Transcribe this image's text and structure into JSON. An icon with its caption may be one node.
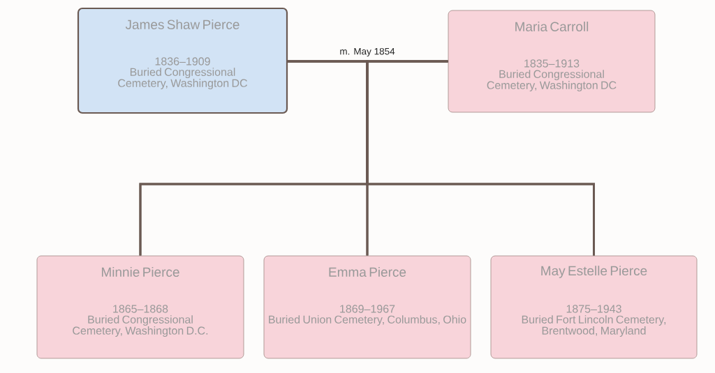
{
  "diagram": {
    "nodes": [
      {
        "text": [
          "James Shaw Pierce",
          "1836–1909",
          "Buried Congressional Cemetery, Washington DC"
        ]
      },
      {
        "text": [
          "Maria Carroll",
          "1835–1913",
          "Buried Congressional Cemetery, Washington DC"
        ]
      },
      {
        "text": [
          "Minnie Pierce",
          "1865–1868",
          "Buried Congressional Cemetery, Washington D.C."
        ]
      },
      {
        "text": [
          "Emma Pierce",
          "1869–1967",
          "Buried Union Cemetery, Columbus, Ohio"
        ]
      },
      {
        "text": [
          "May Estelle Pierce",
          "1875–1943",
          "Buried Fort Lincoln Cemetery, Brentwood, Maryland"
        ]
      }
    ],
    "edges": [
      {
        "from": 0,
        "to": 1,
        "arrow": "none",
        "label": "m. May 1854"
      },
      {
        "from": 0,
        "to": 2,
        "arrow": "none"
      },
      {
        "from": 0,
        "to": 3,
        "arrow": "none"
      },
      {
        "from": 0,
        "to": 4,
        "arrow": "none"
      },
      {
        "from": 1,
        "to": 2,
        "arrow": "none"
      },
      {
        "from": 1,
        "to": 3,
        "arrow": "none"
      },
      {
        "from": 1,
        "to": 4,
        "arrow": "none"
      }
    ]
  }
}
